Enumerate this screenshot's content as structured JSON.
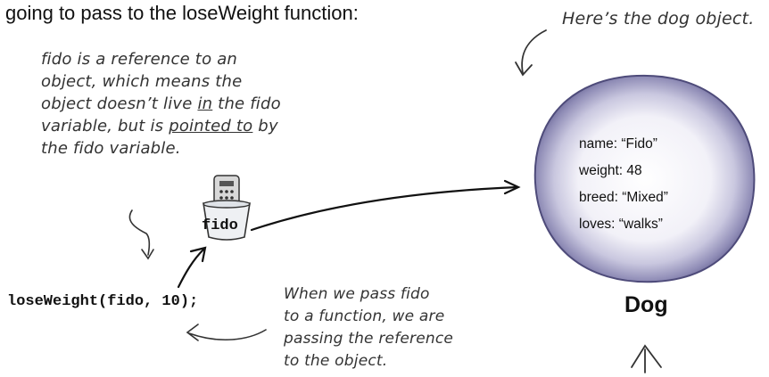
{
  "intro_text": "going to pass to the loseWeight function:",
  "dog_note": "Here’s the dog object.",
  "fido_note": {
    "line1": "fido is a reference to an",
    "line2": "object, which means the",
    "line3_pre": "object doesn’t live ",
    "line3_u": "in",
    "line3_post": " the fido",
    "line4_pre": "variable, but is ",
    "line4_u": "pointed to",
    "line4_post": " by",
    "line5": "the fido variable."
  },
  "variable_label": "fido",
  "call_code": "loseWeight(fido, 10);",
  "pass_note": [
    "When we pass fido",
    "to a function, we are",
    "passing the reference",
    "to the object."
  ],
  "dog_object": {
    "properties": [
      "name: “Fido”",
      "weight: 48",
      "breed: “Mixed”",
      "loves: “walks”"
    ],
    "type_label": "Dog"
  },
  "icons": [
    "remote-control-icon",
    "cup-icon"
  ],
  "colors": {
    "object_fill": "#9a98bf",
    "object_edge": "#5f5c8c",
    "ink": "#333333"
  }
}
